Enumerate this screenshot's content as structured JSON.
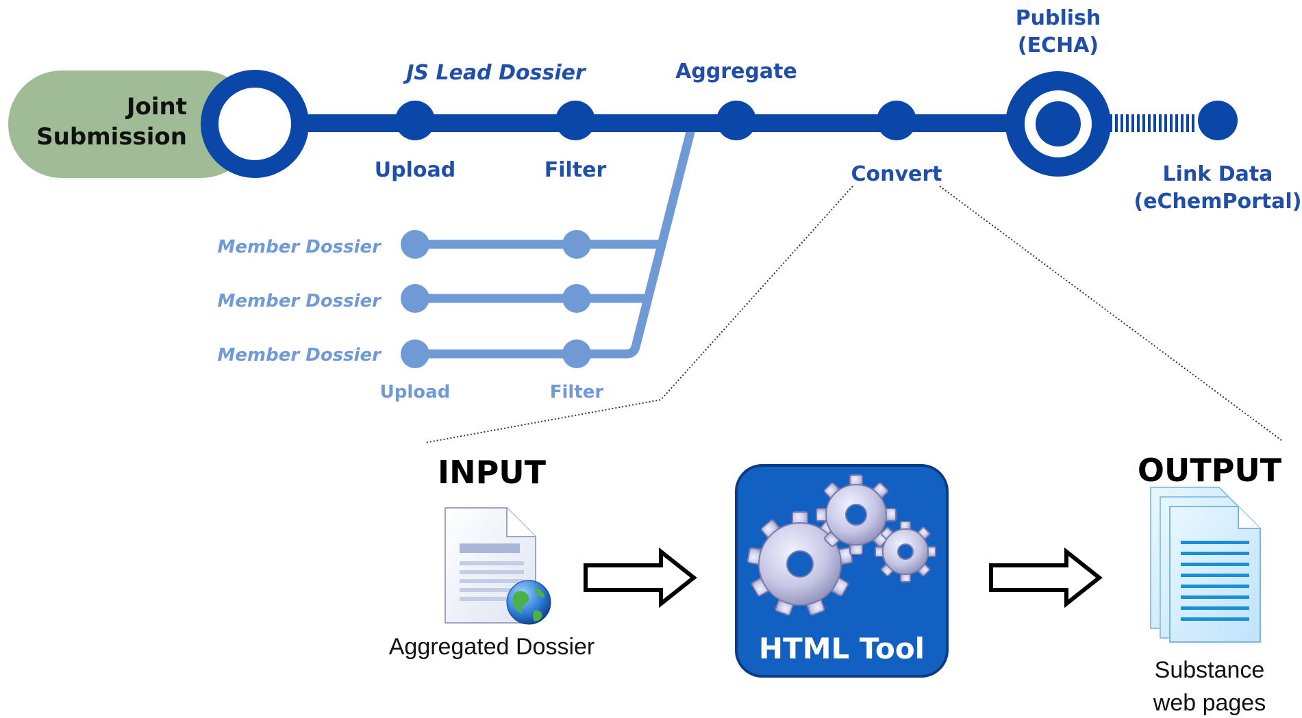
{
  "colors": {
    "primary_blue": "#0a47a8",
    "light_blue": "#6f9ad6",
    "joint_green": "#9fbc96",
    "tool_blue": "#1160c2"
  },
  "main_line": {
    "joint_submission": [
      "Joint",
      "Submission"
    ],
    "js_lead_dossier": "JS Lead Dossier",
    "upload": "Upload",
    "filter": "Filter",
    "aggregate": "Aggregate",
    "convert": "Convert",
    "publish": [
      "Publish",
      "(ECHA)"
    ],
    "link_data": [
      "Link Data",
      "(eChemPortal)"
    ]
  },
  "member_branch": {
    "member_dossiers": [
      "Member Dossier",
      "Member Dossier",
      "Member Dossier"
    ],
    "upload": "Upload",
    "filter": "Filter"
  },
  "detail": {
    "input_label": "INPUT",
    "input_caption": "Aggregated Dossier",
    "tool_label": "HTML Tool",
    "output_label": "OUTPUT",
    "output_caption": [
      "Substance",
      "web pages"
    ]
  },
  "icons": {
    "input": "document-with-globe-icon",
    "tool": "gears-icon",
    "output": "stacked-documents-icon",
    "arrow": "hollow-right-arrow-icon"
  }
}
